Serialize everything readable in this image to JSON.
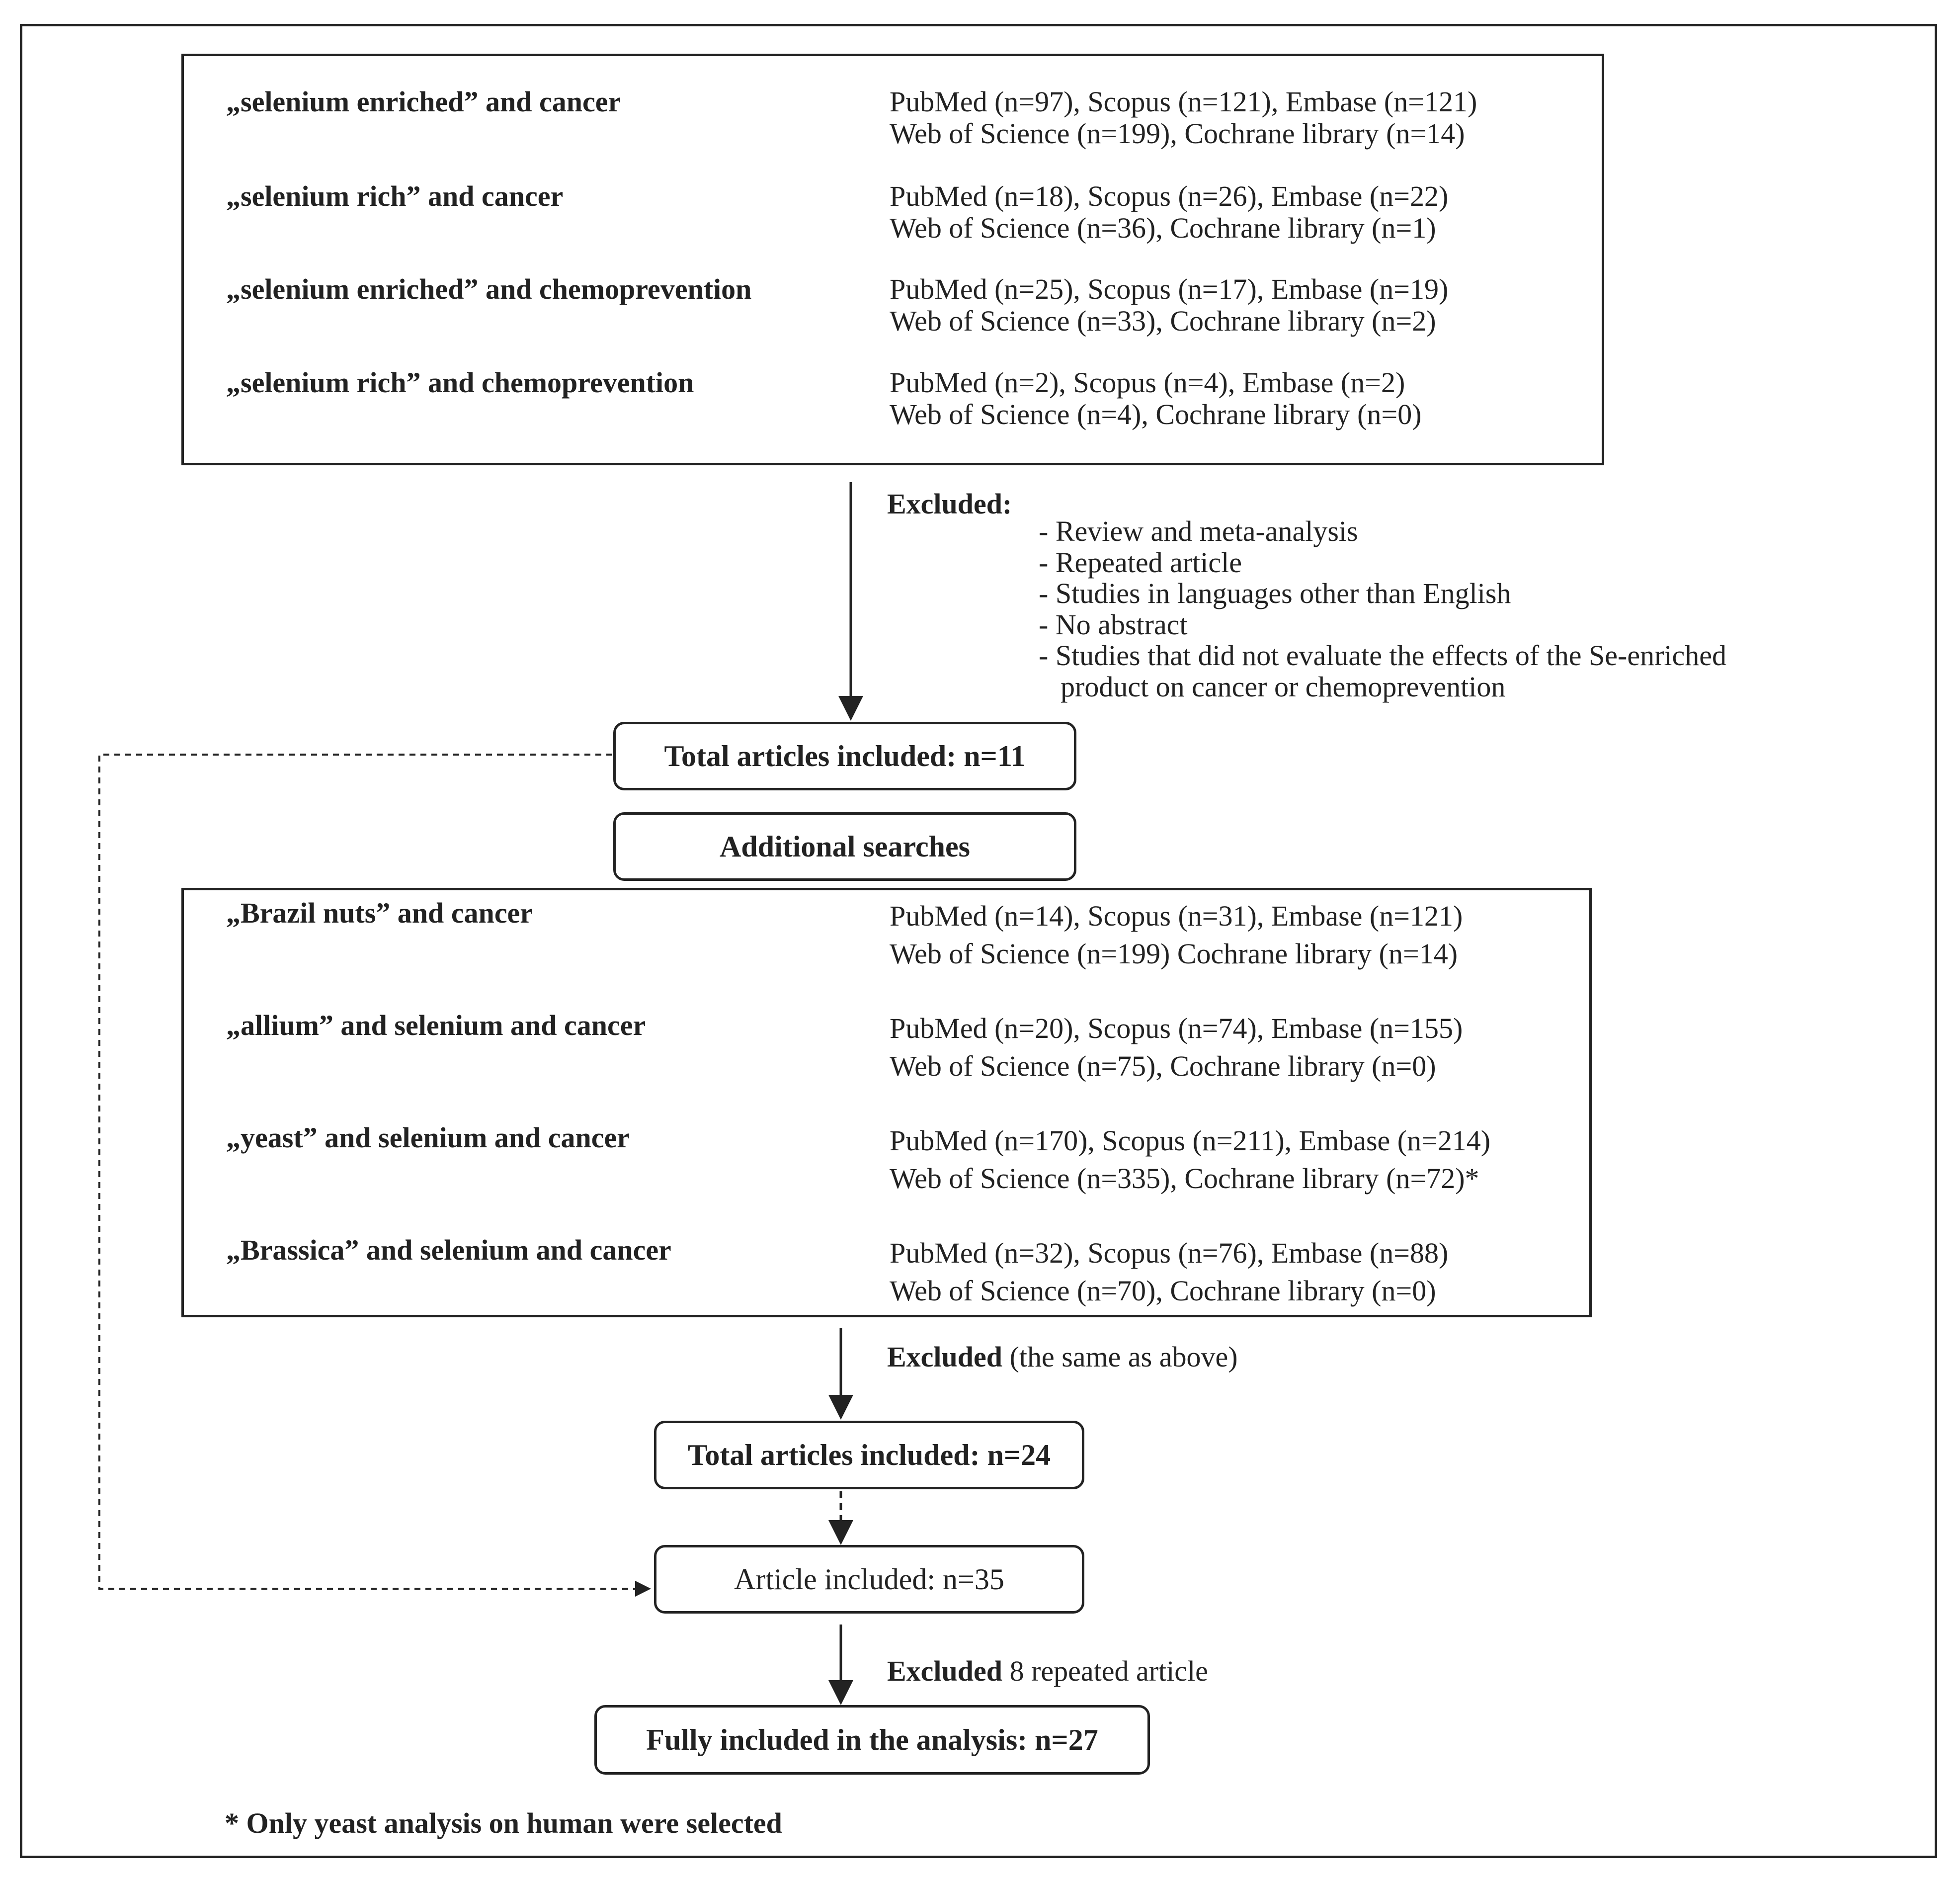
{
  "search_block_1": [
    {
      "term": "„selenium enriched” and cancer",
      "db_line1": "PubMed (n=97), Scopus (n=121), Embase (n=121)",
      "db_line2": "Web of Science (n=199), Cochrane library (n=14)"
    },
    {
      "term": "„selenium rich” and cancer",
      "db_line1": "PubMed (n=18), Scopus (n=26), Embase (n=22)",
      "db_line2": "Web of Science (n=36), Cochrane library (n=1)"
    },
    {
      "term": "„selenium enriched” and chemoprevention",
      "db_line1": "PubMed (n=25), Scopus (n=17), Embase (n=19)",
      "db_line2": "Web of Science (n=33), Cochrane library (n=2)"
    },
    {
      "term": "„selenium rich” and chemoprevention",
      "db_line1": "PubMed (n=2), Scopus (n=4), Embase (n=2)",
      "db_line2": "Web of Science (n=4), Cochrane library (n=0)"
    }
  ],
  "exclusion_1": {
    "title": "Excluded:",
    "items": [
      "- Review and meta-analysis",
      "- Repeated article",
      "- Studies in languages other than English",
      "- No abstract",
      "- Studies that did not evaluate the effects of the Se-enriched"
    ],
    "continuation": "product on cancer or chemoprevention"
  },
  "total_included_1": "Total articles included: n=11",
  "additional_searches": "Additional searches",
  "search_block_2": [
    {
      "term": "„Brazil nuts” and cancer",
      "db_line1": "PubMed (n=14), Scopus (n=31), Embase (n=121)",
      "db_line2": "Web of Science (n=199) Cochrane library (n=14)"
    },
    {
      "term": "„allium” and selenium and cancer",
      "db_line1": "PubMed (n=20), Scopus (n=74), Embase (n=155)",
      "db_line2": "Web of Science (n=75), Cochrane library (n=0)"
    },
    {
      "term": "„yeast” and selenium and cancer",
      "db_line1": "PubMed (n=170), Scopus (n=211), Embase (n=214)",
      "db_line2": "Web of Science (n=335), Cochrane library (n=72)*"
    },
    {
      "term": "„Brassica” and selenium and cancer",
      "db_line1": "PubMed (n=32), Scopus (n=76), Embase (n=88)",
      "db_line2": "Web of Science (n=70), Cochrane library (n=0)"
    }
  ],
  "exclusion_2": {
    "bold": "Excluded",
    "rest": " (the same as above)"
  },
  "total_included_2": "Total articles included: n=24",
  "article_included": "Article included: n=35",
  "exclusion_3": {
    "bold": "Excluded",
    "rest": " 8 repeated article"
  },
  "fully_included": "Fully included in the analysis: n=27",
  "footnote": "* Only yeast analysis on human were selected"
}
